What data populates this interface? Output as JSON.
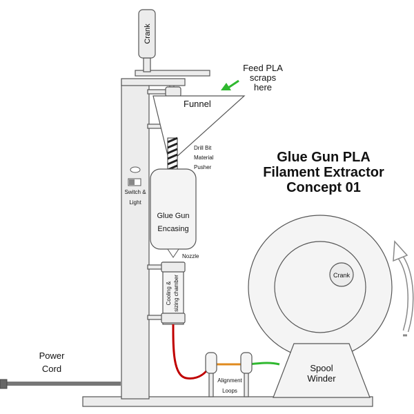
{
  "title": {
    "line1": "Glue Gun PLA",
    "line2": "Filament Extractor",
    "line3": "Concept 01"
  },
  "labels": {
    "crank_top": "Crank",
    "feed_line1": "Feed PLA",
    "feed_line2": "scraps",
    "feed_line3": "here",
    "funnel": "Funnel",
    "drill_line1": "Drill Bit",
    "drill_line2": "Material",
    "drill_line3": "Pusher",
    "switch_line1": "Switch &",
    "switch_line2": "Light",
    "glue_line1": "Glue Gun",
    "glue_line2": "Encasing",
    "nozzle": "Nozzle",
    "cooling_line1": "Cooling &",
    "cooling_line2": "sizing chamber",
    "power_line1": "Power",
    "power_line2": "Cord",
    "align_line1": "Alignment",
    "align_line2": "Loops",
    "crank_wheel": "Crank",
    "spool_line1": "Spool",
    "spool_line2": "Winder"
  },
  "colors": {
    "filament_hot": "#c00000",
    "filament_orange": "#e08a1e",
    "filament_green": "#2fb82f",
    "arrow_green": "#2fb82f",
    "cord": "#777777",
    "part_fill": "#ececec",
    "outline": "#555555"
  },
  "icons": {
    "feed_arrow": "arrow-down-left-icon",
    "rotation": "rotation-arrow-icon"
  }
}
